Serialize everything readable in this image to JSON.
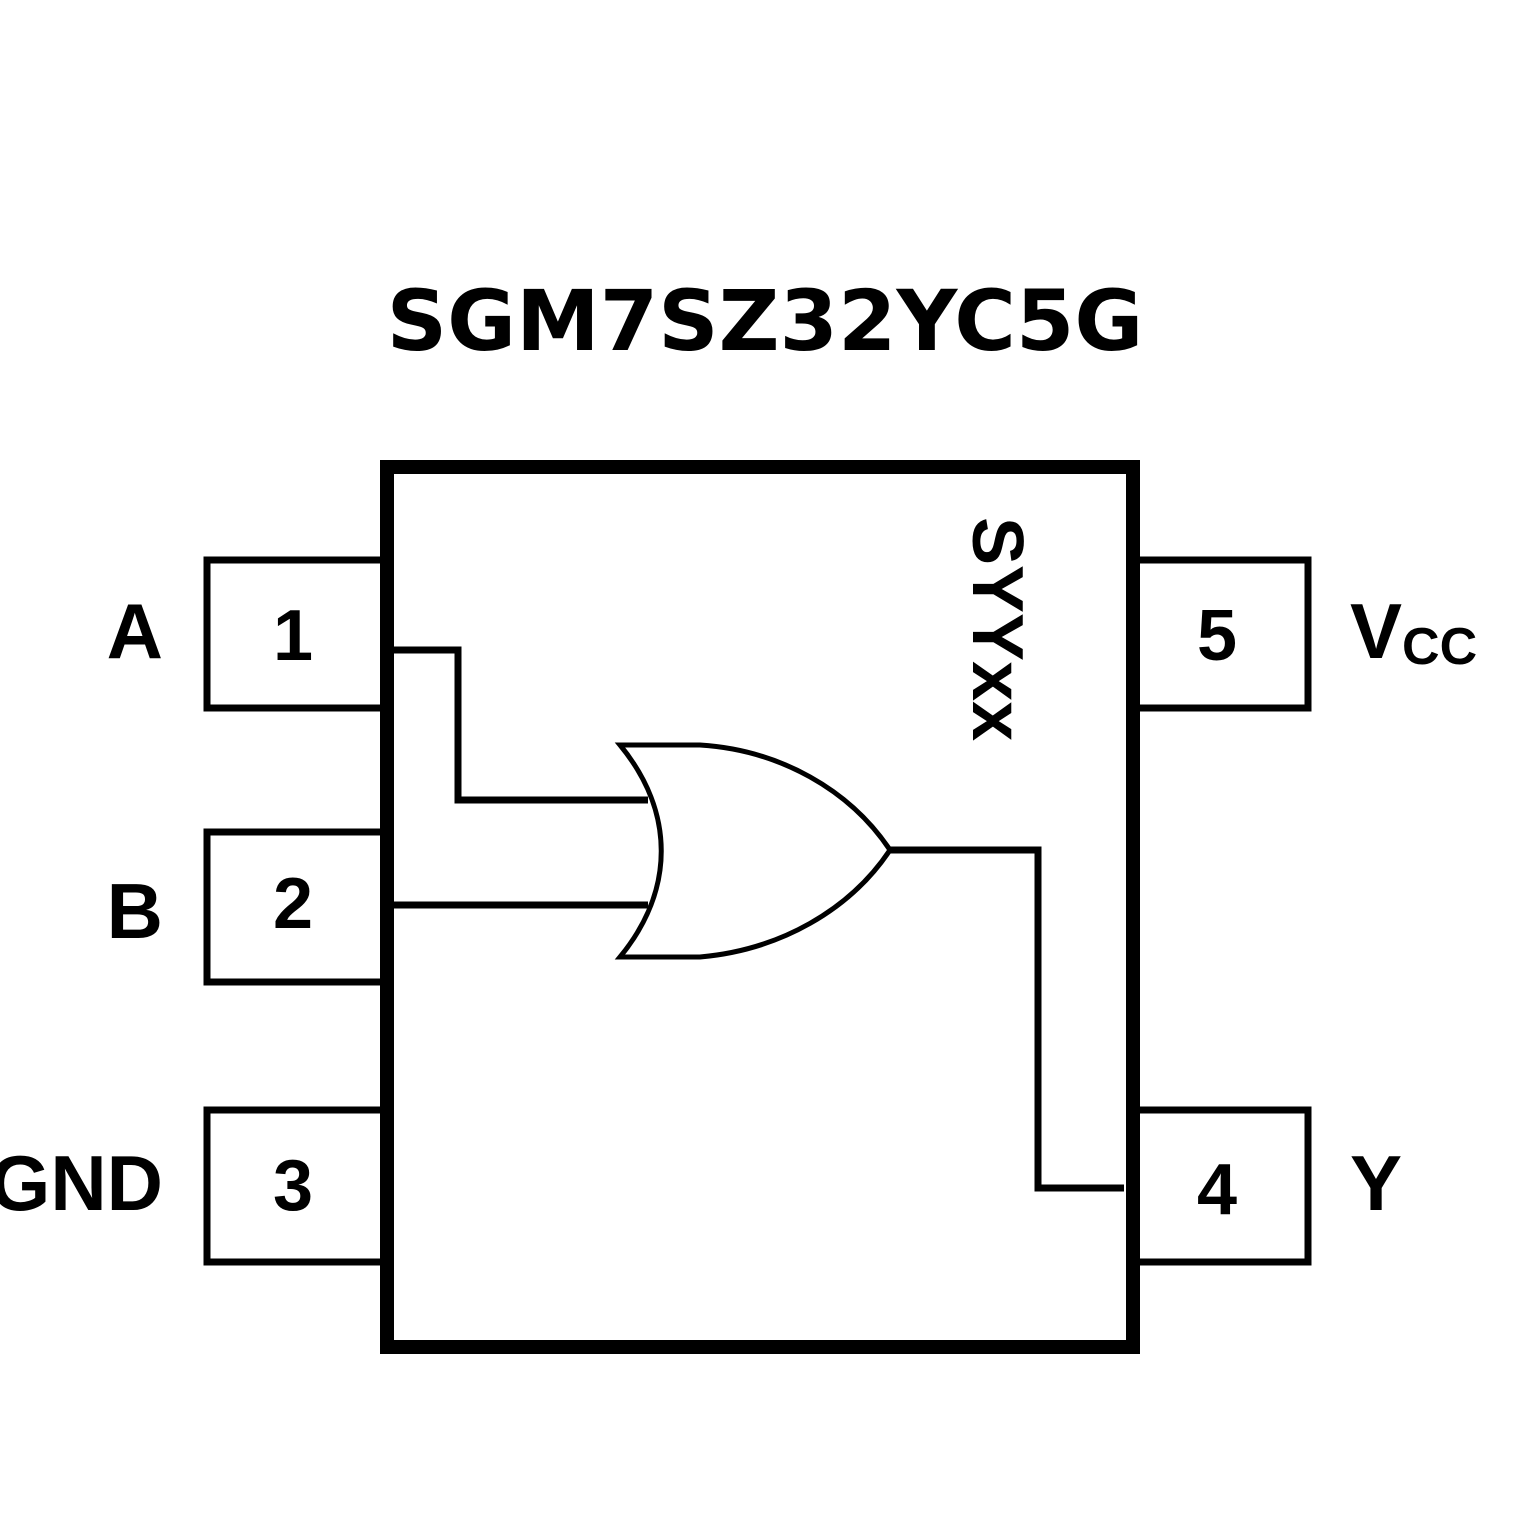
{
  "title": "SGM7SZ32YC5G",
  "package": {
    "marking": "SYYxx",
    "gate_type": "OR"
  },
  "pins": [
    {
      "number": "1",
      "name": "A",
      "side": "left"
    },
    {
      "number": "2",
      "name": "B",
      "side": "left"
    },
    {
      "number": "3",
      "name": "GND",
      "side": "left"
    },
    {
      "number": "4",
      "name": "Y",
      "side": "right"
    },
    {
      "number": "5",
      "name": "V",
      "name_subscript": "CC",
      "side": "right"
    }
  ],
  "colors": {
    "line": "#000000",
    "background": "#ffffff"
  }
}
